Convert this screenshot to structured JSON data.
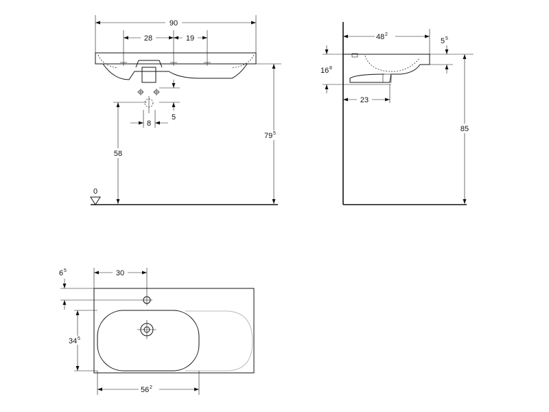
{
  "front_view": {
    "width": "90",
    "hole_spacing_left": "28",
    "hole_spacing_right": "19",
    "waste_spacing": "8",
    "waste_offset": "5",
    "waste_height": "58",
    "rim_height_main": "79",
    "rim_height_sup": "5",
    "floor_level": "0"
  },
  "side_view": {
    "depth_main": "48",
    "depth_sup": "2",
    "rim_thickness_main": "5",
    "rim_thickness_sup": "5",
    "trap_height_main": "16",
    "trap_height_sup": "8",
    "trap_depth": "23",
    "total_height": "85"
  },
  "top_view": {
    "tap_offset_x": "30",
    "tap_offset_y_main": "6",
    "tap_offset_y_sup": "5",
    "bowl_depth_main": "34",
    "bowl_depth_sup": "5",
    "bowl_width_main": "56",
    "bowl_width_sup": "2"
  }
}
